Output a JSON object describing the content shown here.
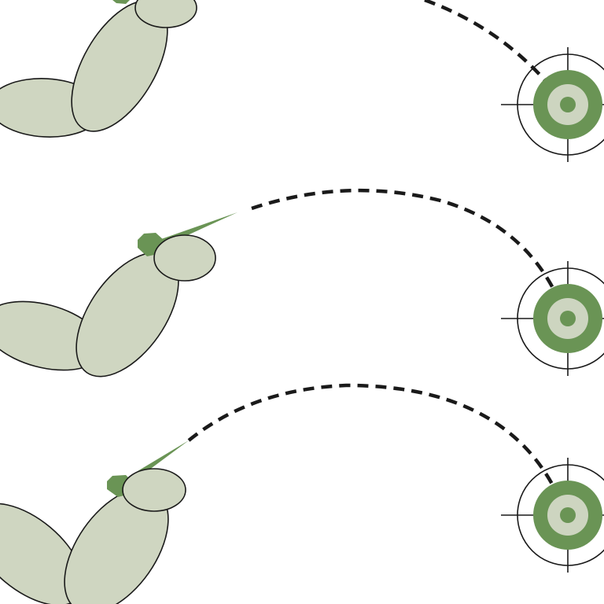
{
  "colors": {
    "limb": "#cfd6c1",
    "dart": "#6a9455",
    "target_outer": "#6a9455",
    "target_inner": "#cdd5c0",
    "target_center": "#6a9455",
    "outline": "#1a1a1a"
  },
  "panels": [
    {
      "name": "throw-follow-through"
    },
    {
      "name": "throw-release"
    },
    {
      "name": "throw-windup"
    }
  ]
}
